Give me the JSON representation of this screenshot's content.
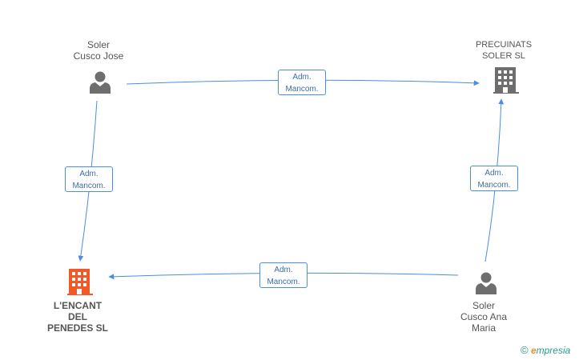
{
  "nodes": {
    "soler_jose": {
      "label": "Soler\nCusco Jose",
      "kind": "person"
    },
    "precuinats": {
      "label": "PRECUINATS\nSOLER SL",
      "kind": "company"
    },
    "encant": {
      "label": "L'ENCANT\nDEL\nPENEDES SL",
      "kind": "company-highlight"
    },
    "soler_ana": {
      "label": "Soler\nCusco Ana\nMaria",
      "kind": "person"
    }
  },
  "edges": [
    {
      "id": "e1",
      "label": "Adm.\nMancom."
    },
    {
      "id": "e2",
      "label": "Adm.\nMancom."
    },
    {
      "id": "e3",
      "label": "Adm.\nMancom."
    },
    {
      "id": "e4",
      "label": "Adm.\nMancom."
    }
  ],
  "colors": {
    "edge": "#4a8fdc",
    "person": "#6e6e6e",
    "company": "#6e6e6e",
    "highlight": "#f05a28"
  },
  "brand": {
    "copyright": "©",
    "e": "e",
    "rest": "mpresia"
  }
}
